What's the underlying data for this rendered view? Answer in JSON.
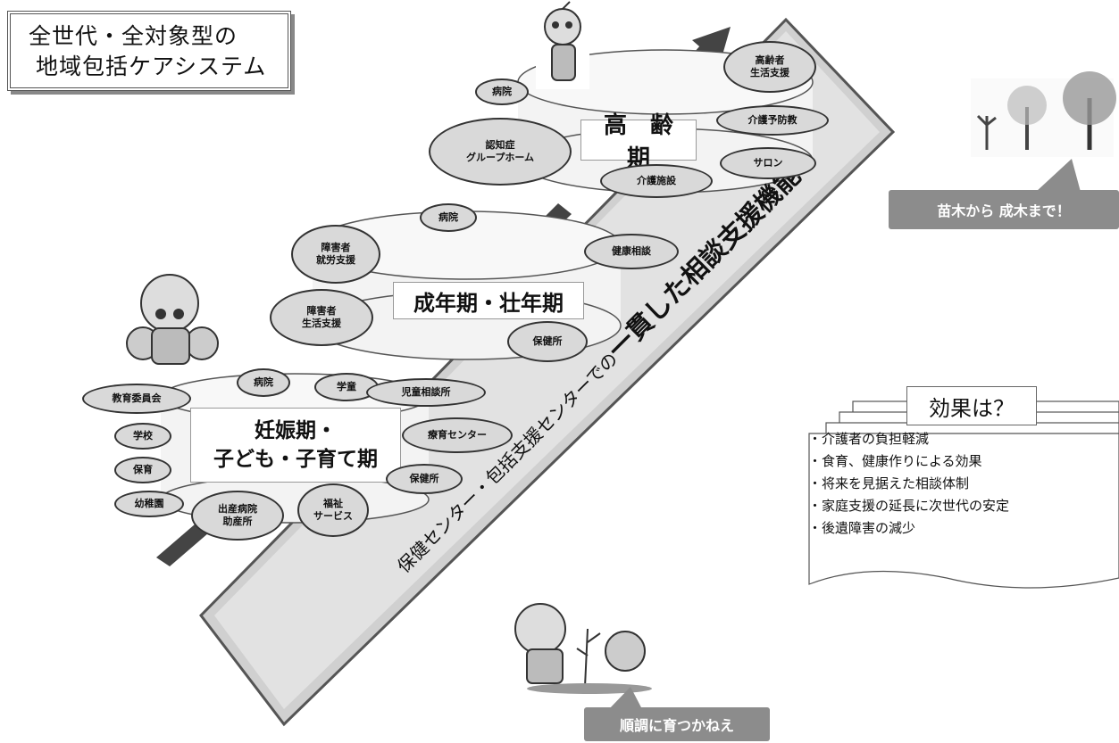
{
  "title": {
    "line1": "全世代・全対象型の",
    "line2": "地域包括ケアシステム"
  },
  "diagonal_label": {
    "prefix": "保健センター・包括支援センターでの",
    "emphasis": "一貫した相談支援機能"
  },
  "stages": {
    "elderly": {
      "label": "高　齢　期",
      "nodes": [
        "病院",
        "認知症\nグループホーム",
        "介護施設",
        "サロン",
        "介護予防教",
        "高齢者\n生活支援"
      ]
    },
    "adult": {
      "label": "成年期・壮年期",
      "nodes": [
        "病院",
        "障害者\n就労支援",
        "障害者\n生活支援",
        "健康相談",
        "保健所"
      ]
    },
    "child": {
      "label": "妊娠期・\n子ども・子育て期",
      "nodes": [
        "病院",
        "学童",
        "児童相談所",
        "教育委員会",
        "学校",
        "保育",
        "幼稚園",
        "出産病院\n助産所",
        "福祉\nサービス",
        "療育センター",
        "保健所"
      ]
    }
  },
  "callouts": {
    "trees": "苗木から 成木まで！",
    "growing": "順調に育つかねえ"
  },
  "effects": {
    "title": "効果は？",
    "items": [
      "・介護者の負担軽減",
      "・食育、健康作りによる効果",
      "・将来を見据えた相談体制",
      "・家庭支援の延長に次世代の安定",
      "・後遺障害の減少"
    ]
  }
}
